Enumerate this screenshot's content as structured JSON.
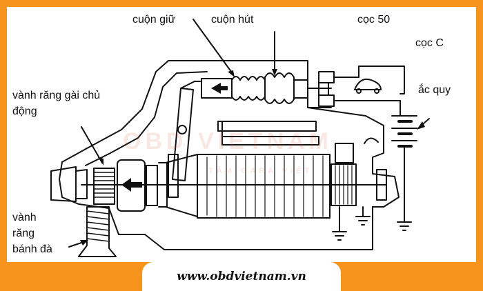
{
  "labels": {
    "holding_coil": "cuộn giữ",
    "pull_coil": "cuộn hút",
    "terminal_50": "cọc 50",
    "terminal_c": "cọc C",
    "battery": "ắc quy",
    "drive_gear_line1": "vành răng gài chủ",
    "drive_gear_line2": "động",
    "flywheel_line1": "vành",
    "flywheel_line2": "răng",
    "flywheel_line3": "bánh đà"
  },
  "footer": {
    "url": "www.obdvietnam.vn"
  },
  "watermark": {
    "brand": "OBD VIETNAM",
    "tagline": "TÂM GARA VIỆT"
  },
  "colors": {
    "frame": "#f7941d",
    "ink": "#111111",
    "watermark": "#d24628"
  },
  "icons": [
    "starter-motor-diagram",
    "arrow-icon",
    "ground-symbol-icon",
    "battery-symbol-icon"
  ]
}
